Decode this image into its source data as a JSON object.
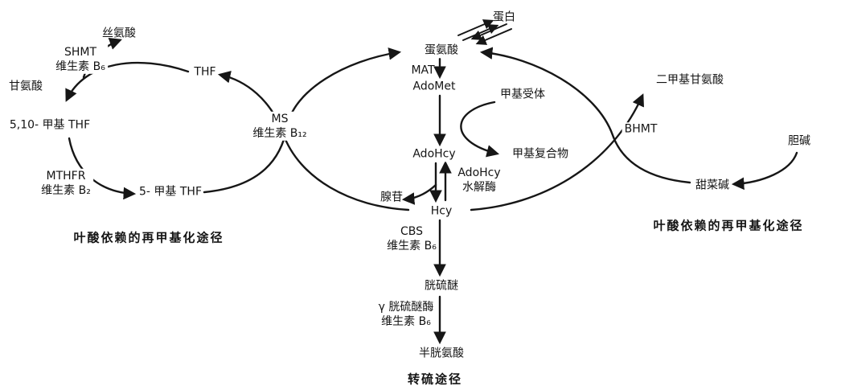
{
  "diagram": {
    "nodes": {
      "serine": "丝氨酸",
      "shmt_line1": "SHMT",
      "shmt_line2": "维生素 B₆",
      "glycine": "甘氨酸",
      "thf": "THF",
      "methylene_thf": "5,10- 甲基 THF",
      "ms_line1": "MS",
      "ms_line2": "维生素 B₁₂",
      "mthfr_line1": "MTHFR",
      "mthfr_line2": "维生素 B₂",
      "methyl_thf": "5- 甲基 THF",
      "left_pathway_label": "叶酸依赖的再甲基化途径",
      "protein": "蛋白",
      "methionine": "蛋氨酸",
      "mat": "MAT",
      "adomet": "AdoMet",
      "methyl_acceptor": "甲基受体",
      "methylated_product": "甲基复合物",
      "adohcy": "AdoHcy",
      "adohcy_hydrolase_line1": "AdoHcy",
      "adohcy_hydrolase_line2": "水解酶",
      "adenosine": "腺苷",
      "hcy": "Hcy",
      "cbs_line1": "CBS",
      "cbs_line2": "维生素 B₆",
      "cystathionine": "胱硫醚",
      "cystathionase_line1": "γ 胱硫醚酶",
      "cystathionase_line2": "维生素 B₆",
      "cysteine": "半胱氨酸",
      "transsulfuration_label": "转硫途径",
      "dimethylglycine": "二甲基甘氨酸",
      "bhmt": "BHMT",
      "choline": "胆碱",
      "betaine": "甜菜碱",
      "right_pathway_label": "叶酸依赖的再甲基化途径"
    },
    "colors": {
      "line": "#161616",
      "text": "#141414",
      "background": "#ffffff"
    }
  }
}
